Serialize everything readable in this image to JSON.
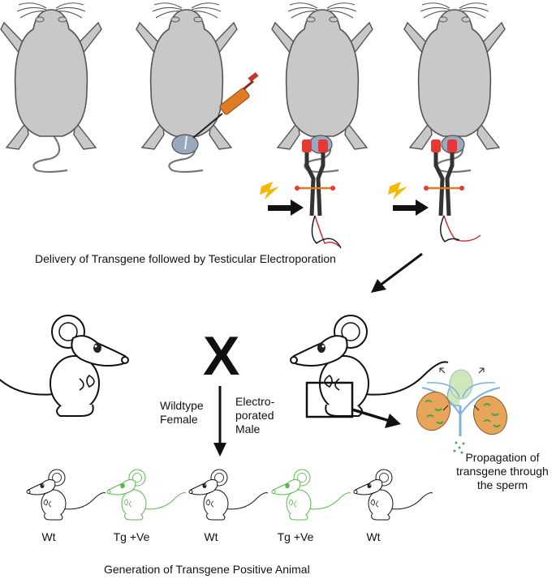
{
  "labels": {
    "delivery": "Delivery of Transgene followed by Testicular Electroporation",
    "cross": "X",
    "female": [
      "Wildtype",
      "Female"
    ],
    "male": [
      "Electro-",
      "porated",
      "Male"
    ],
    "propagation": [
      "Propagation of",
      "transgene through",
      "the sperm"
    ],
    "pups": [
      "Wt",
      "Tg +Ve",
      "Wt",
      "Tg +Ve",
      "Wt"
    ],
    "generation": "Generation of Transgene Positive Animal"
  },
  "colors": {
    "mouse_fill": "#c8c8c8",
    "mouse_stroke": "#555555",
    "testis": "#9aa8bd",
    "syringe": "#e07b24",
    "electrode_red": "#e53935",
    "electrode_dark": "#333333",
    "lightning": "#f5b800",
    "wire_red": "#c62828",
    "transgenic_green": "#58b84a",
    "tubule_orange": "#e8a45a",
    "tubule_green": "#3ea845",
    "duct_blue": "#7fb2de",
    "bladder_green": "#cfe8b8"
  },
  "icons": {
    "syringe": "syringe-icon",
    "electrode": "electrode-tweezers-icon",
    "lightning": "lightning-bolt-icon",
    "cartoon_mouse": "cartoon-mouse-icon",
    "reproductive": "male-reproductive-tract-icon"
  }
}
